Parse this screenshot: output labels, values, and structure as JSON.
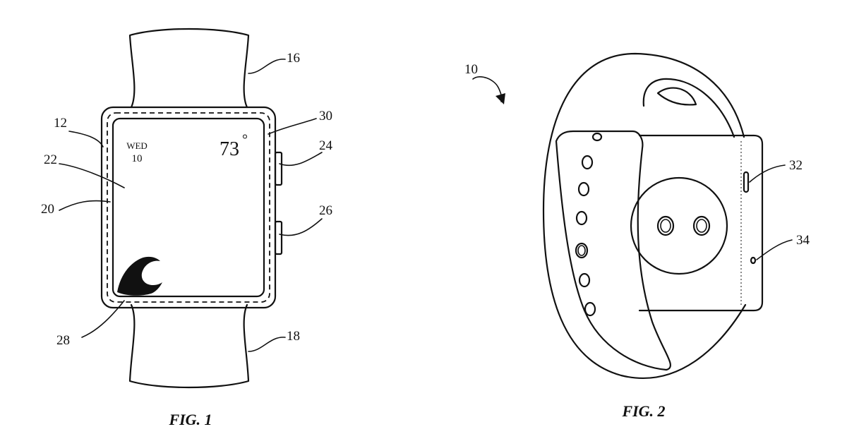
{
  "fig1": {
    "caption": "FIG. 1",
    "screen": {
      "day": "WED",
      "date": "10",
      "temperature": "73",
      "degree": "°"
    },
    "refs": {
      "band_top": "16",
      "band_bottom": "18",
      "housing": "12",
      "display": "22",
      "border": "20",
      "crown": "24",
      "button": "26",
      "icon": "28",
      "gap": "30"
    }
  },
  "fig2": {
    "caption": "FIG. 2",
    "refs": {
      "device": "10",
      "speaker": "32",
      "microphone": "34"
    }
  }
}
